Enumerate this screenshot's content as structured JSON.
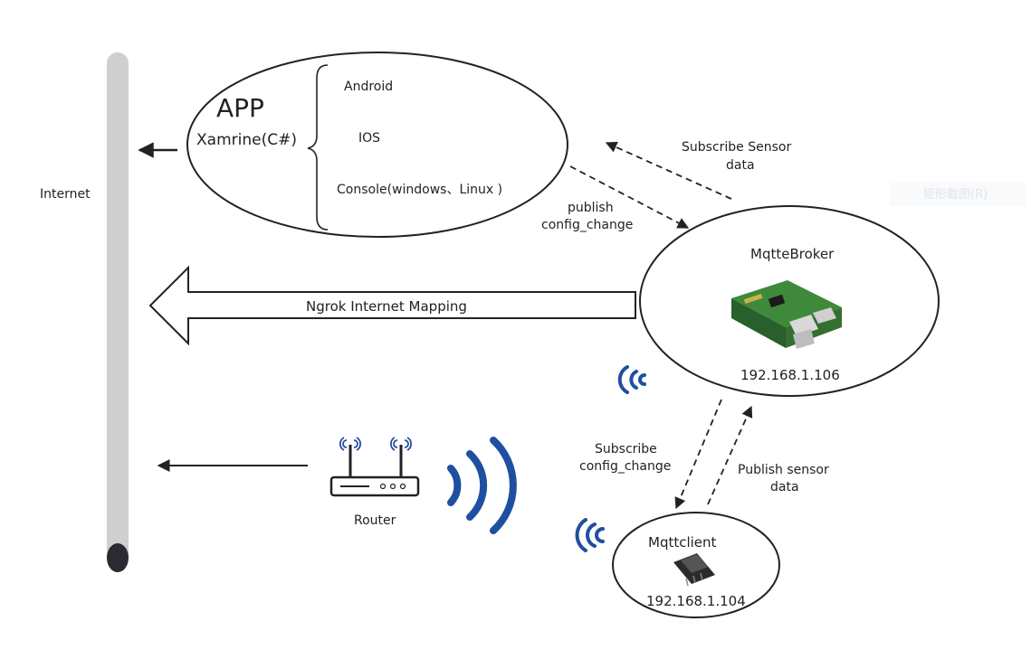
{
  "internet": {
    "label": "Internet"
  },
  "app": {
    "title": "APP",
    "framework": "Xamrine(C#)",
    "platforms": [
      "Android",
      "IOS",
      "Console(windows、Linux )"
    ]
  },
  "broker": {
    "name": "MqtteBroker",
    "ip": "192.168.1.106"
  },
  "client": {
    "name": "Mqttclient",
    "ip": "192.168.1.104"
  },
  "router": {
    "label": "Router"
  },
  "ngrok": {
    "label": "Ngrok Internet Mapping"
  },
  "flows": {
    "subscribe_sensor": [
      "Subscribe Sensor",
      "data"
    ],
    "publish_config": [
      "publish",
      "config_change"
    ],
    "subscribe_config": [
      "Subscribe",
      "config_change"
    ],
    "publish_sensor": [
      "Publish sensor",
      "data"
    ]
  },
  "watermark": {
    "label": "矩形截图(R)"
  },
  "colors": {
    "wifi": "#1f4fa0",
    "pole": "#cfcfcf",
    "stroke": "#222222"
  }
}
